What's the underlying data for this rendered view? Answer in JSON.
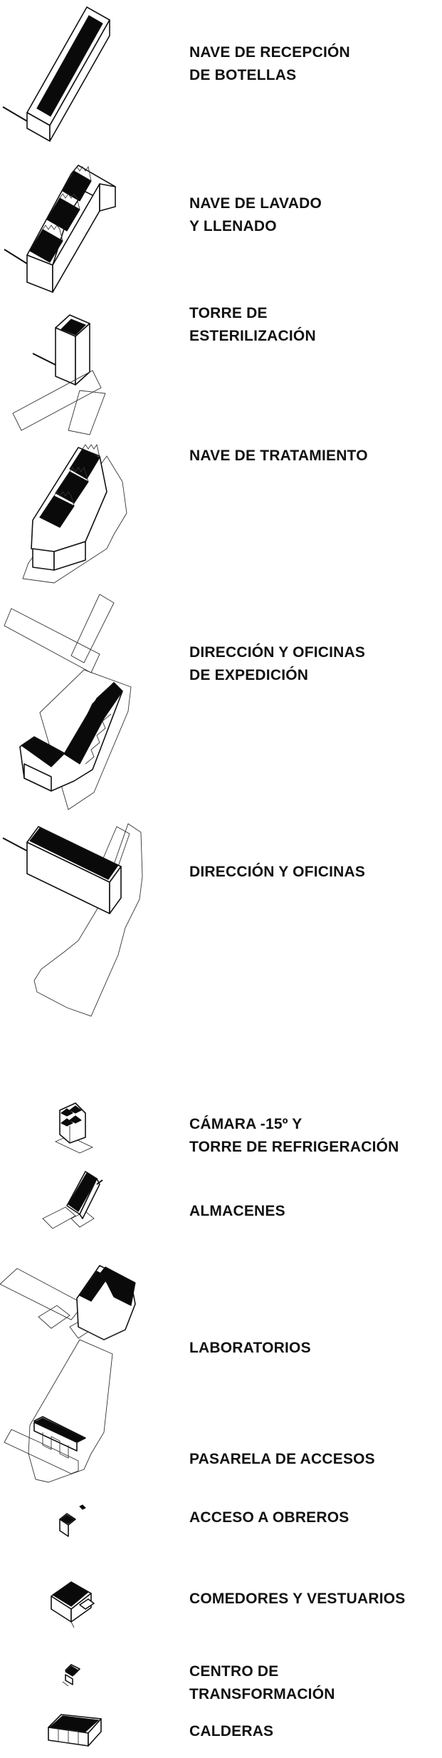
{
  "labels": {
    "nave_recepcion": [
      "NAVE DE RECEPCIÓN",
      "DE BOTELLAS"
    ],
    "nave_lavado": [
      "NAVE DE LAVADO",
      "Y LLENADO"
    ],
    "torre_esterilizacion": [
      "TORRE DE",
      "ESTERILIZACIÓN"
    ],
    "nave_tratamiento": [
      "NAVE DE TRATAMIENTO"
    ],
    "direccion_expedicion": [
      "DIRECCIÓN Y OFICINAS",
      "DE EXPEDICIÓN"
    ],
    "direccion_oficinas": [
      "DIRECCIÓN Y OFICINAS"
    ],
    "camara_torre": [
      "CÁMARA -15º Y",
      "TORRE DE REFRIGERACIÓN"
    ],
    "almacenes": [
      "ALMACENES"
    ],
    "laboratorios": [
      "LABORATORIOS"
    ],
    "pasarela": [
      "PASARELA DE ACCESOS"
    ],
    "acceso_obreros": [
      "ACCESO A OBREROS"
    ],
    "comedores": [
      "COMEDORES Y VESTUARIOS"
    ],
    "centro_transformacion": [
      "CENTRO DE",
      "TRANSFORMACIÓN"
    ],
    "calderas": [
      "CALDERAS"
    ]
  }
}
